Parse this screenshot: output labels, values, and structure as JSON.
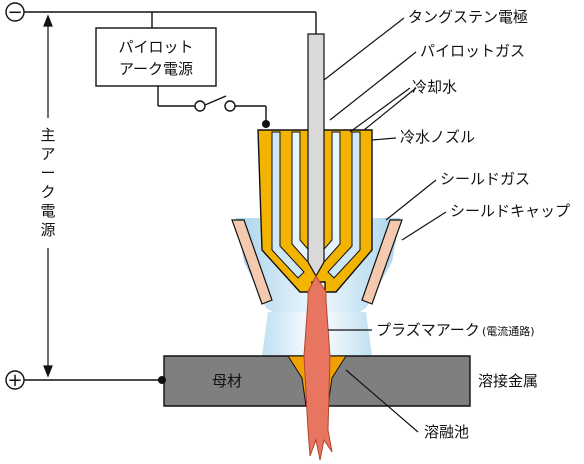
{
  "power": {
    "minus": "−",
    "plus": "+",
    "main_arc_supply": [
      "主",
      "ア",
      "ー",
      "ク",
      "電",
      "源"
    ]
  },
  "pilot_supply": {
    "line1": "パイロット",
    "line2": "アーク電源"
  },
  "labels": {
    "tungsten_electrode": "タングステン電極",
    "pilot_gas": "パイロットガス",
    "cooling_water": "冷却水",
    "cooled_nozzle": "冷水ノズル",
    "shield_gas": "シールドガス",
    "shield_cap": "シールドキャップ",
    "plasma_arc": "プラズマアーク",
    "plasma_arc_note": "(電流通路)",
    "base_metal": "母材",
    "weld_metal": "溶接金属",
    "weld_pool": "溶融池"
  },
  "colors": {
    "nozzle": "#f2b400",
    "cooling_water": "#cfe7f5",
    "shield_gas": "#a9d4ec",
    "shield_cap": "#f3c9b0",
    "electrode": "#d9d9d9",
    "plasma": "#e8755f",
    "base_metal": "#7f7f7f",
    "weld_metal": "#f0a000",
    "line": "#111111"
  }
}
